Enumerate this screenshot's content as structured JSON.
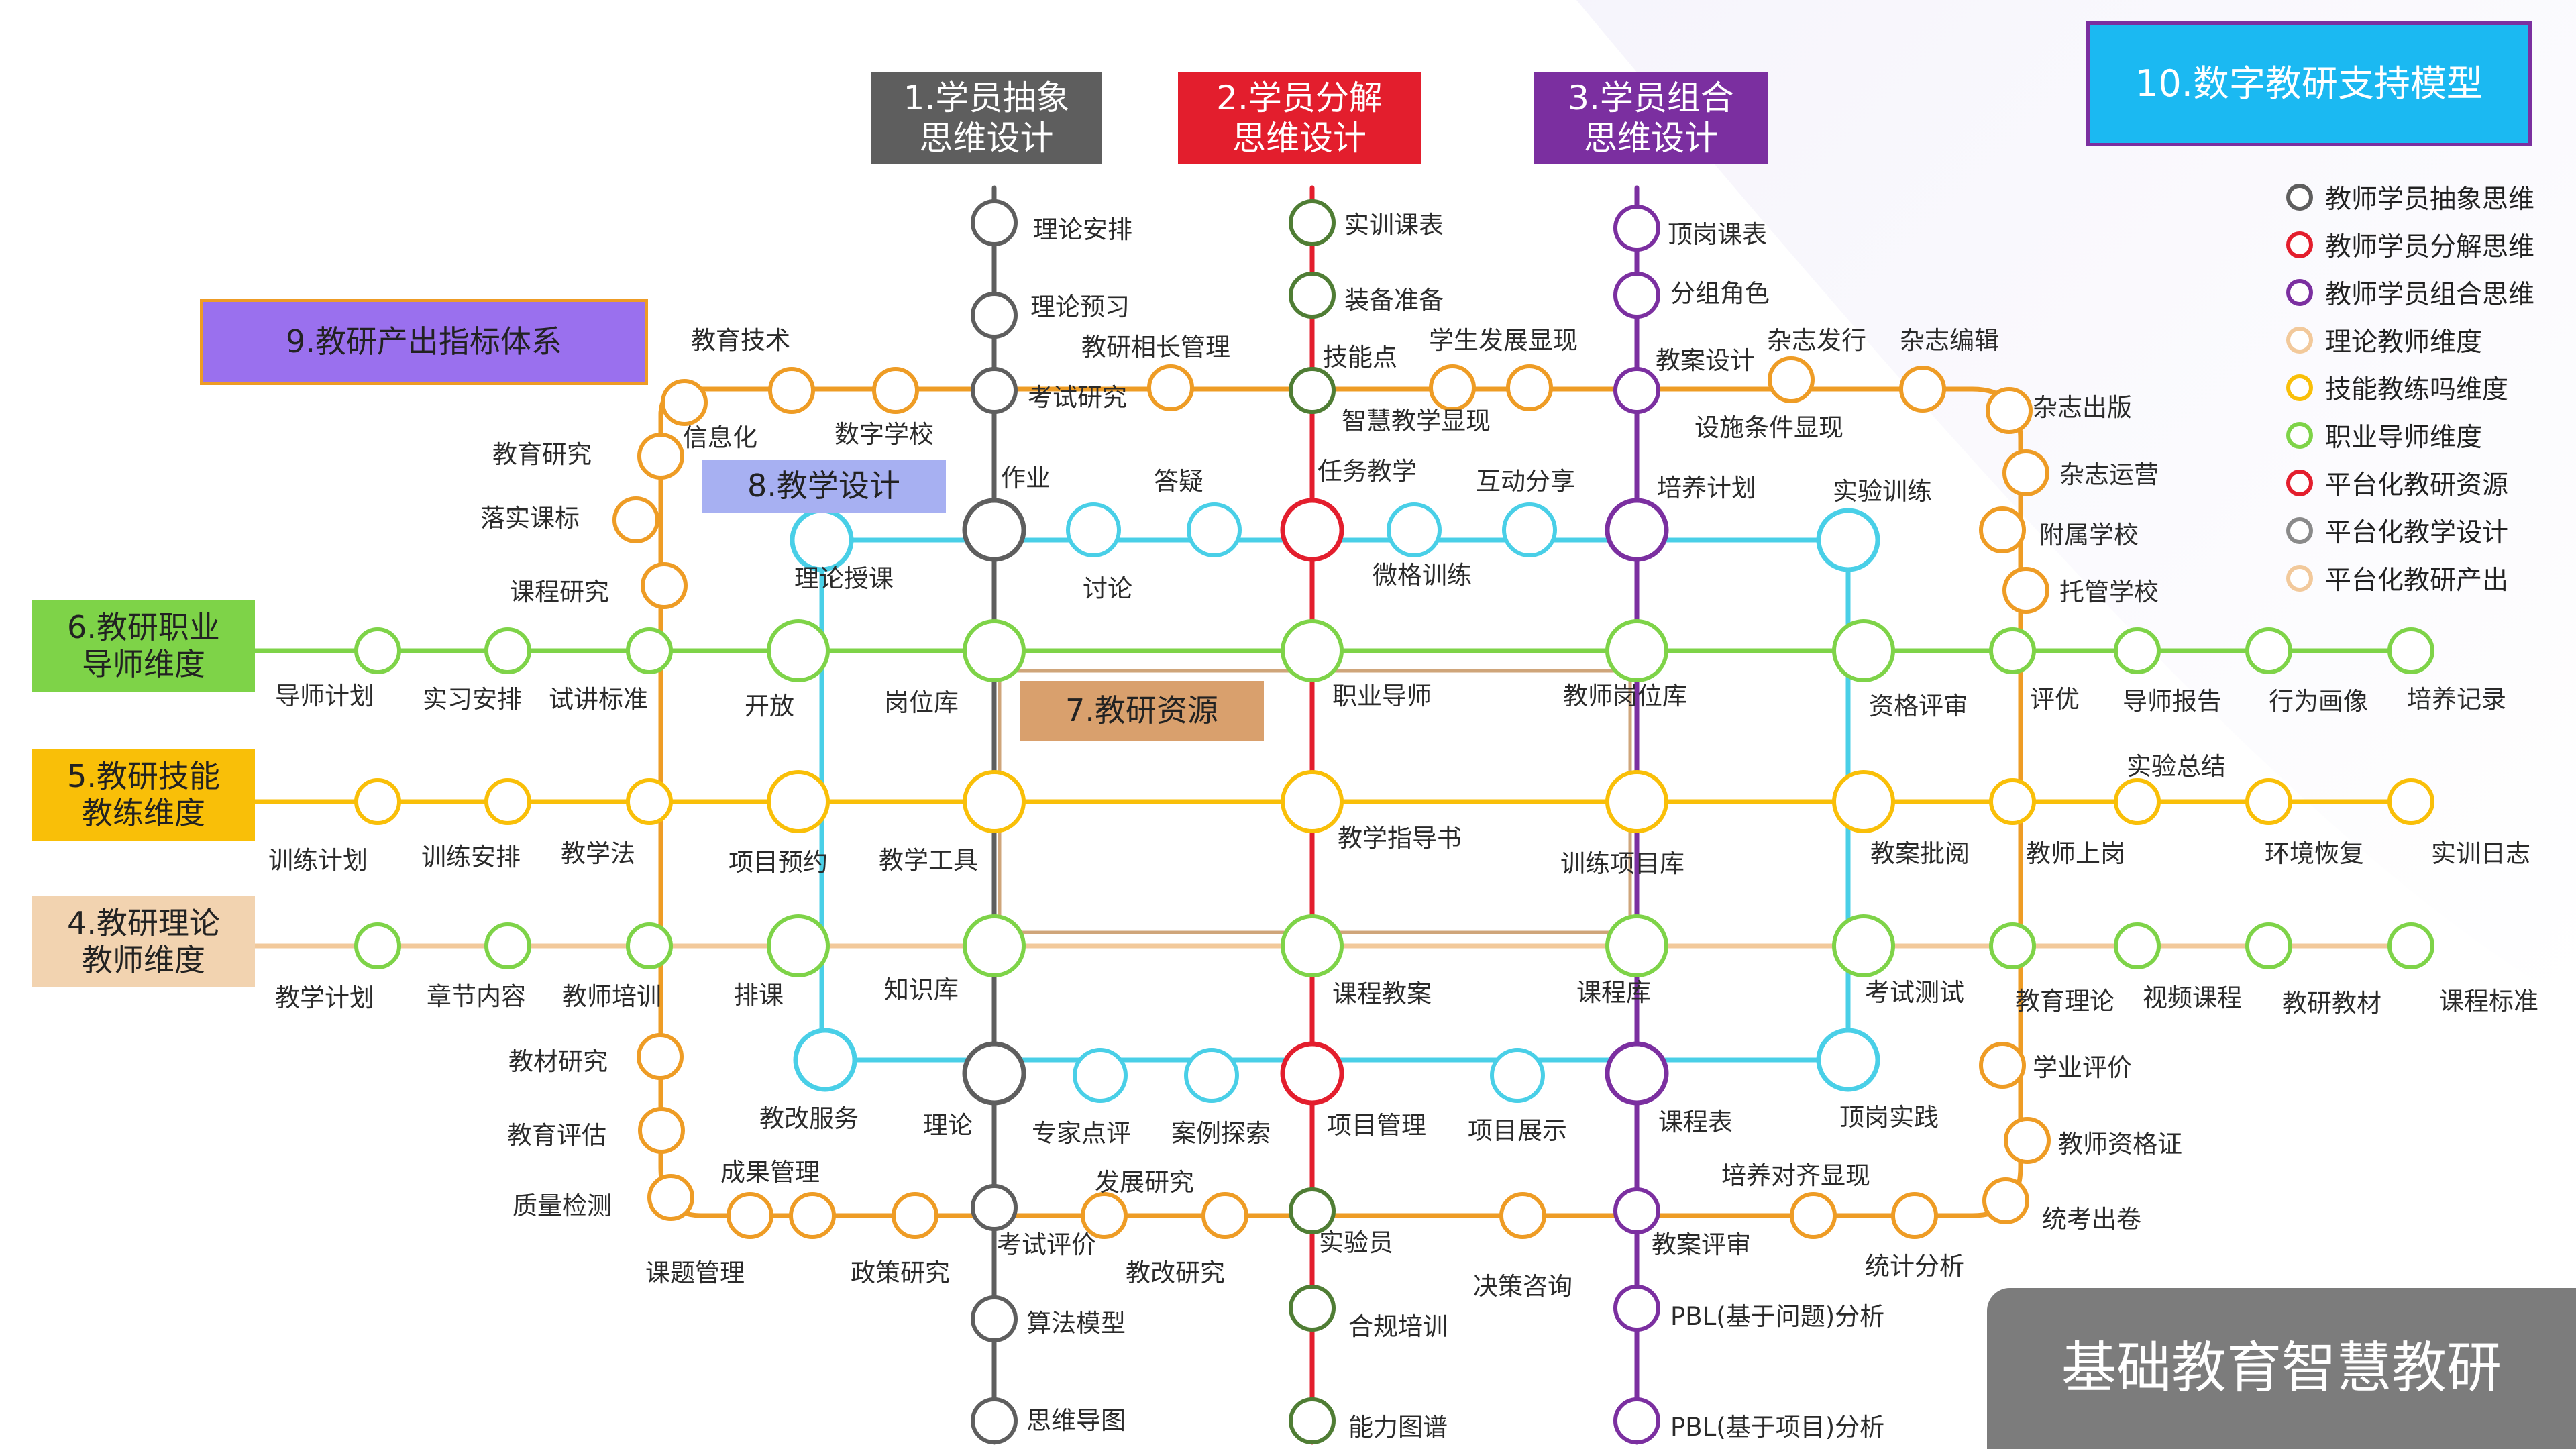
{
  "colors": {
    "line1": "#5e5e5e",
    "line2": "#e31e2d",
    "line3": "#7b2fa0",
    "line4": "#f2c99b",
    "line5": "#f9bf08",
    "line6": "#7ed348",
    "line7": "#cfa57a",
    "line8": "#49cfe7",
    "line9": "#ee9c25",
    "box9": "#9a70ee",
    "box10": "#1bb9f2",
    "badge": "#7c7c7c"
  },
  "line_boxes": {
    "l1": "1.学员抽象\n思维设计",
    "l2": "2.学员分解\n思维设计",
    "l3": "3.学员组合\n思维设计",
    "l4": "4.教研理论\n教师维度",
    "l5": "5.教研技能\n教练维度",
    "l6": "6.教研职业\n导师维度",
    "l7": "7.教研资源",
    "l8": "8.教学设计",
    "l9": "9.教研产出指标体系",
    "l10": "10.数字教研支持模型"
  },
  "badge": "基础教育智慧教研",
  "legend": [
    {
      "text": "教师学员抽象思维",
      "color": "#5e5e5e"
    },
    {
      "text": "教师学员分解思维",
      "color": "#e31e2d"
    },
    {
      "text": "教师学员组合思维",
      "color": "#7b2fa0"
    },
    {
      "text": "理论教师维度",
      "color": "#f2c99b"
    },
    {
      "text": "技能教练吗维度",
      "color": "#f9bf08"
    },
    {
      "text": "职业导师维度",
      "color": "#7ed348"
    },
    {
      "text": "平台化教研资源",
      "color": "#e31e2d"
    },
    {
      "text": "平台化教学设计",
      "color": "#8a8a8a"
    },
    {
      "text": "平台化教研产出",
      "color": "#f2c99b"
    }
  ],
  "station_labels": {
    "l1": [
      "理论安排",
      "理论预习",
      "考试研究",
      "作业",
      "理论",
      "考试评价",
      "算法模型",
      "思维导图"
    ],
    "l2": [
      "实训课表",
      "装备准备",
      "技能点",
      "任务教学",
      "项目管理",
      "实验员",
      "合规培训",
      "能力图谱"
    ],
    "l3": [
      "顶岗课表",
      "分组角色",
      "教案设计",
      "培养计划",
      "课程表",
      "教案评审",
      "PBL(基于问题)分析",
      "PBL(基于项目)分析"
    ],
    "l6": [
      "导师计划",
      "实习安排",
      "试讲标准",
      "开放",
      "岗位库",
      "职业导师",
      "教师岗位库",
      "资格评审",
      "评优",
      "导师报告",
      "行为画像",
      "培养记录"
    ],
    "l5": [
      "训练计划",
      "训练安排",
      "教学法",
      "项目预约",
      "教学工具",
      "教学指导书",
      "训练项目库",
      "教案批阅",
      "教师上岗",
      "实验总结",
      "环境恢复",
      "实训日志"
    ],
    "l4": [
      "教学计划",
      "章节内容",
      "教师培训",
      "排课",
      "知识库",
      "课程教案",
      "课程库",
      "考试测试",
      "教育理论",
      "视频课程",
      "教研教材",
      "课程标准"
    ],
    "l8": [
      "理论授课",
      "讨论",
      "答疑",
      "微格训练",
      "互动分享",
      "实验训练",
      "教改服务",
      "专家点评",
      "案例探索",
      "项目展示",
      "顶岗实践"
    ],
    "l9": [
      "教育技术",
      "信息化",
      "数字学校",
      "教研相长管理",
      "智慧教学显现",
      "学生发展显现",
      "设施条件显现",
      "杂志发行",
      "杂志编辑",
      "杂志出版",
      "杂志运营",
      "附属学校",
      "托管学校",
      "学业评价",
      "教师资格证",
      "统考出卷",
      "统计分析",
      "培养对齐显现",
      "决策咨询",
      "发展研究",
      "教改研究",
      "政策研究",
      "成果管理",
      "课题管理",
      "质量检测",
      "教育评估",
      "教材研究",
      "课程研究",
      "落实课标",
      "教育研究"
    ]
  }
}
